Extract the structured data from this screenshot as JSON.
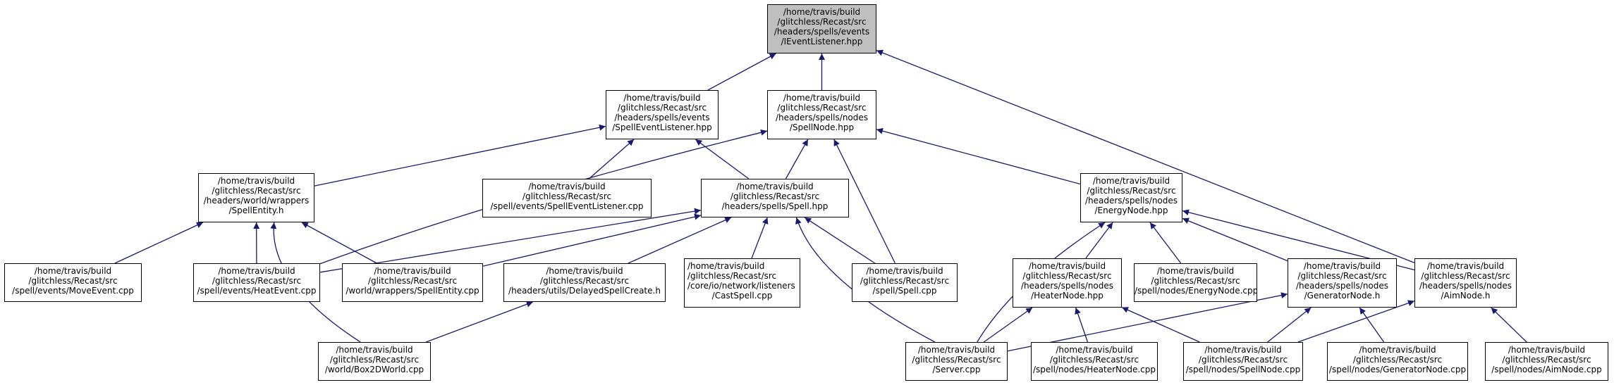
{
  "graph": {
    "colors": {
      "edge": "#191970",
      "node_border": "#000000",
      "root_fill": "#bfbfbf",
      "node_fill": "#ffffff"
    },
    "nodes": {
      "ievent": {
        "lines": [
          "/home/travis/build",
          "/glitchless/Recast/src",
          "/headers/spells/events",
          "/IEventListener.hpp"
        ]
      },
      "sel": {
        "lines": [
          "/home/travis/build",
          "/glitchless/Recast/src",
          "/headers/spells/events",
          "/SpellEventListener.hpp"
        ]
      },
      "snode": {
        "lines": [
          "/home/travis/build",
          "/glitchless/Recast/src",
          "/headers/spells/nodes",
          "/SpellNode.hpp"
        ]
      },
      "sentity": {
        "lines": [
          "/home/travis/build",
          "/glitchless/Recast/src",
          "/headers/world/wrappers",
          "/SpellEntity.h"
        ]
      },
      "selcpp": {
        "lines": [
          "/home/travis/build",
          "/glitchless/Recast/src",
          "/spell/events/SpellEventListener.cpp"
        ]
      },
      "spellhpp": {
        "lines": [
          "/home/travis/build",
          "/glitchless/Recast/src",
          "/headers/spells/Spell.hpp"
        ]
      },
      "energy": {
        "lines": [
          "/home/travis/build",
          "/glitchless/Recast/src",
          "/headers/spells/nodes",
          "/EnergyNode.hpp"
        ]
      },
      "move": {
        "lines": [
          "/home/travis/build",
          "/glitchless/Recast/src",
          "/spell/events/MoveEvent.cpp"
        ]
      },
      "heatev": {
        "lines": [
          "/home/travis/build",
          "/glitchless/Recast/src",
          "/spell/events/HeatEvent.cpp"
        ]
      },
      "sentcpp": {
        "lines": [
          "/home/travis/build",
          "/glitchless/Recast/src",
          "/world/wrappers/SpellEntity.cpp"
        ]
      },
      "delayed": {
        "lines": [
          "/home/travis/build",
          "/glitchless/Recast/src",
          "/headers/utils/DelayedSpellCreate.h"
        ]
      },
      "cast": {
        "lines": [
          "/home/travis/build",
          "/glitchless/Recast/src",
          "/core/io/network/listeners",
          "/CastSpell.cpp"
        ]
      },
      "spellcpp": {
        "lines": [
          "/home/travis/build",
          "/glitchless/Recast/src",
          "/spell/Spell.cpp"
        ]
      },
      "heater": {
        "lines": [
          "/home/travis/build",
          "/glitchless/Recast/src",
          "/headers/spells/nodes",
          "/HeaterNode.hpp"
        ]
      },
      "energycpp": {
        "lines": [
          "/home/travis/build",
          "/glitchless/Recast/src",
          "/spell/nodes/EnergyNode.cpp"
        ]
      },
      "gen": {
        "lines": [
          "/home/travis/build",
          "/glitchless/Recast/src",
          "/headers/spells/nodes",
          "/GeneratorNode.h"
        ]
      },
      "aim": {
        "lines": [
          "/home/travis/build",
          "/glitchless/Recast/src",
          "/headers/spells/nodes",
          "/AimNode.h"
        ]
      },
      "box2d": {
        "lines": [
          "/home/travis/build",
          "/glitchless/Recast/src",
          "/world/Box2DWorld.cpp"
        ]
      },
      "server": {
        "lines": [
          "/home/travis/build",
          "/glitchless/Recast/src",
          "/Server.cpp"
        ]
      },
      "heatercpp": {
        "lines": [
          "/home/travis/build",
          "/glitchless/Recast/src",
          "/spell/nodes/HeaterNode.cpp"
        ]
      },
      "snodecpp": {
        "lines": [
          "/home/travis/build",
          "/glitchless/Recast/src",
          "/spell/nodes/SpellNode.cpp"
        ]
      },
      "gencpp": {
        "lines": [
          "/home/travis/build",
          "/glitchless/Recast/src",
          "/spell/nodes/GeneratorNode.cpp"
        ]
      },
      "aimcpp": {
        "lines": [
          "/home/travis/build",
          "/glitchless/Recast/src",
          "/spell/nodes/AimNode.cpp"
        ]
      }
    },
    "edges": [
      [
        "sel",
        "ievent"
      ],
      [
        "snode",
        "ievent"
      ],
      [
        "aim",
        "ievent"
      ],
      [
        "sentity",
        "sel"
      ],
      [
        "selcpp",
        "sel"
      ],
      [
        "spellhpp",
        "sel"
      ],
      [
        "spellhpp",
        "snode"
      ],
      [
        "spellcpp",
        "snode"
      ],
      [
        "energy",
        "snode"
      ],
      [
        "heatev",
        "snode"
      ],
      [
        "move",
        "sentity"
      ],
      [
        "heatev",
        "sentity"
      ],
      [
        "sentcpp",
        "sentity"
      ],
      [
        "box2d",
        "sentity"
      ],
      [
        "heatev",
        "spellhpp"
      ],
      [
        "sentcpp",
        "spellhpp"
      ],
      [
        "delayed",
        "spellhpp"
      ],
      [
        "cast",
        "spellhpp"
      ],
      [
        "spellcpp",
        "spellhpp"
      ],
      [
        "server",
        "spellhpp"
      ],
      [
        "server",
        "energy"
      ],
      [
        "heater",
        "energy"
      ],
      [
        "energycpp",
        "energy"
      ],
      [
        "gen",
        "energy"
      ],
      [
        "aim",
        "energy"
      ],
      [
        "box2d",
        "delayed"
      ],
      [
        "server",
        "heater"
      ],
      [
        "heatercpp",
        "heater"
      ],
      [
        "snodecpp",
        "heater"
      ],
      [
        "server",
        "gen"
      ],
      [
        "snodecpp",
        "gen"
      ],
      [
        "gencpp",
        "gen"
      ],
      [
        "snodecpp",
        "aim"
      ],
      [
        "aimcpp",
        "aim"
      ]
    ]
  }
}
